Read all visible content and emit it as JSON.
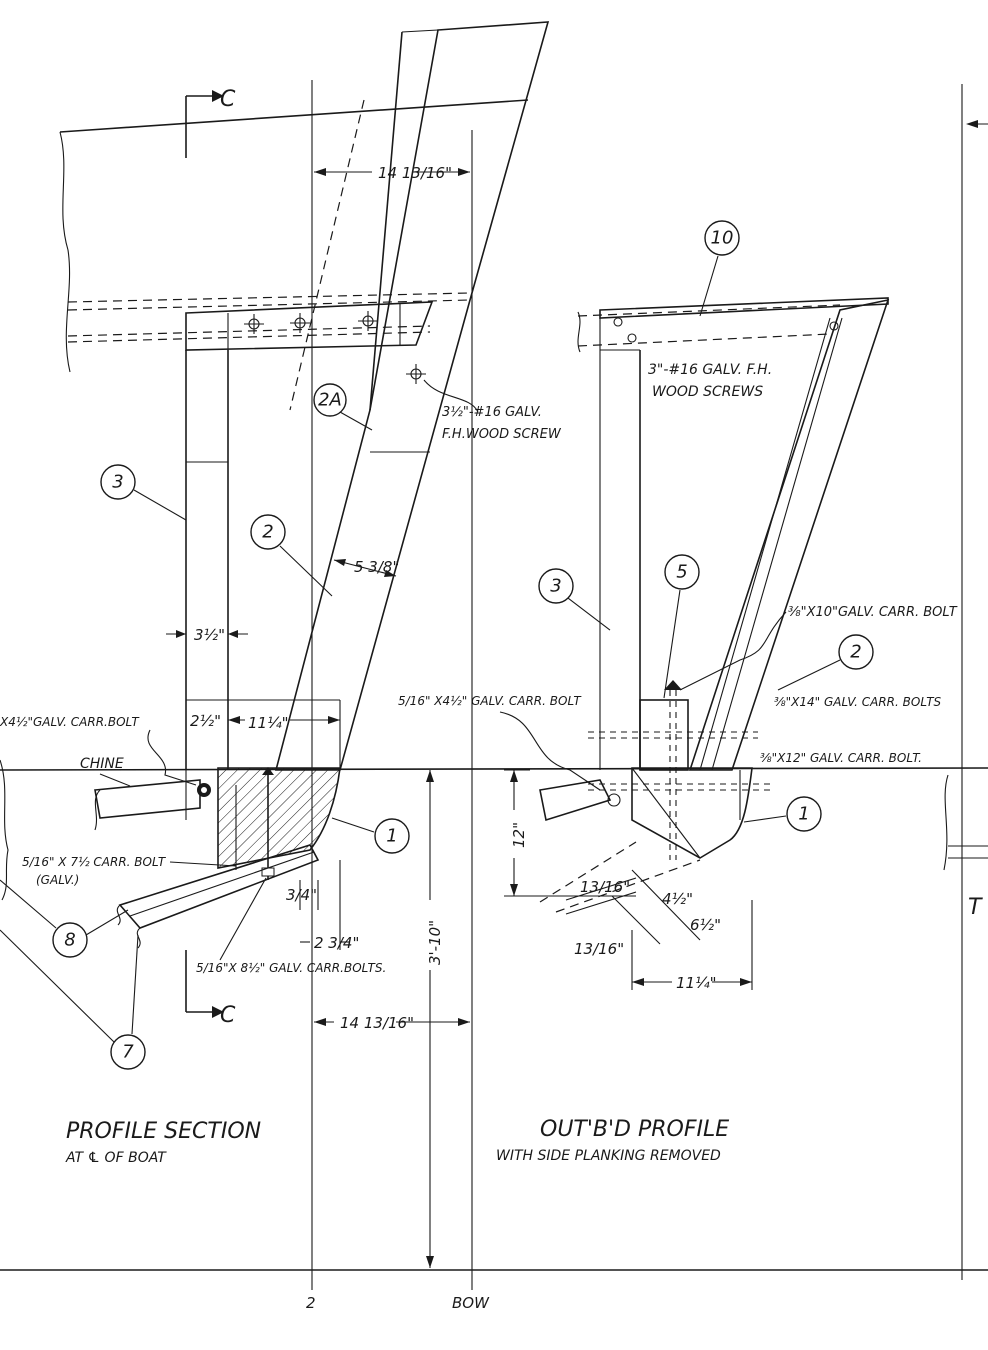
{
  "section_marker": "C",
  "views": {
    "profile_section": {
      "title": "PROFILE SECTION",
      "subtitle": "AT ℄ OF BOAT"
    },
    "outboard_profile": {
      "title": "OUT'B'D   PROFILE",
      "subtitle": "WITH SIDE PLANKING  REMOVED"
    }
  },
  "part_bubbles": {
    "p10": "10",
    "p2a": "2A",
    "p3_left": "3",
    "p2_left": "2",
    "p3_right": "3",
    "p5": "5",
    "p2_right": "2",
    "p1_left": "1",
    "p1_right": "1",
    "p8": "8",
    "p7": "7"
  },
  "notes": {
    "wood_screws_3": "3\"-#16 GALV. F.H.",
    "wood_screws_3b": "WOOD SCREWS",
    "wood_screw_312a": "3½\"-#16 GALV.",
    "wood_screw_312b": "F.H.WOOD SCREW",
    "bolt_3_8x10": "⅜\"X10\"GALV. CARR. BOLT",
    "bolt_3_8x14": "⅜\"X14\" GALV. CARR. BOLTS",
    "bolt_3_8x12": "⅜\"X12\" GALV. CARR. BOLT.",
    "bolt_5_16x412": "5/16\" X4½\"  GALV. CARR. BOLT",
    "bolt_left_412": "X4½\"GALV. CARR.BOLT",
    "chine": "CHINE",
    "bolt_5_16x712a": "5/16\" X 7½ CARR. BOLT",
    "bolt_5_16x712b": "(GALV.)",
    "bolt_5_16x812": "5/16\"X 8½\" GALV.   CARR.BOLTS."
  },
  "dimensions": {
    "d_14_13_16_top": "14 13/16\"",
    "d_5_3_8": "5 3/8\"",
    "d_3_1_2": "3½\"",
    "d_2_1_2": "2½\"",
    "d_11_1_4_left": "11¼\"",
    "d_3_4": "3/4\"",
    "d_2_3_4": "2 3/4\"",
    "d_3_10": "3'-10\"",
    "d_14_13_16_bottom": "14 13/16\"",
    "d_12": "12\"",
    "d_4_1_2": "4½\"",
    "d_6_1_2": "6½\"",
    "d_13_16": "13/16\"",
    "d_13_16b": "13/16\"",
    "d_11_1_4_right": "11¼\""
  },
  "axis_labels": {
    "station_2": "2",
    "bow": "BOW",
    "edge_t": "T"
  }
}
